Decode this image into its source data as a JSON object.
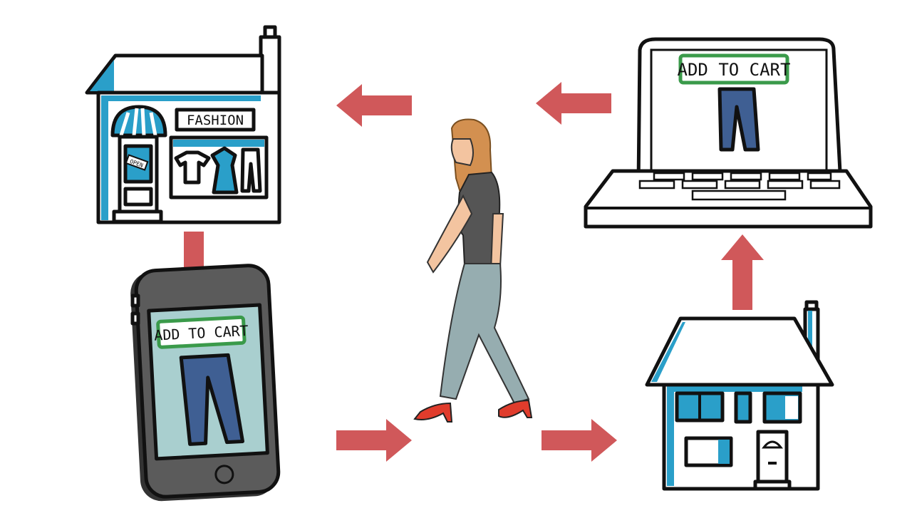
{
  "store": {
    "sign": "FASHION",
    "door_sign": "OPEN"
  },
  "laptop": {
    "button_label": "ADD TO CART"
  },
  "phone": {
    "button_label": "ADD TO CART"
  },
  "colors": {
    "accent_blue": "#2a9fc9",
    "arrow_red": "#d0585a",
    "button_green": "#3a9a4a",
    "jeans_blue": "#3f5f93",
    "phone_body": "#5b5b5b",
    "phone_screen": "#a9cfcf"
  },
  "flow": [
    "fashion-store",
    "smartphone",
    "shopper",
    "home",
    "laptop",
    "shopper",
    "fashion-store"
  ]
}
